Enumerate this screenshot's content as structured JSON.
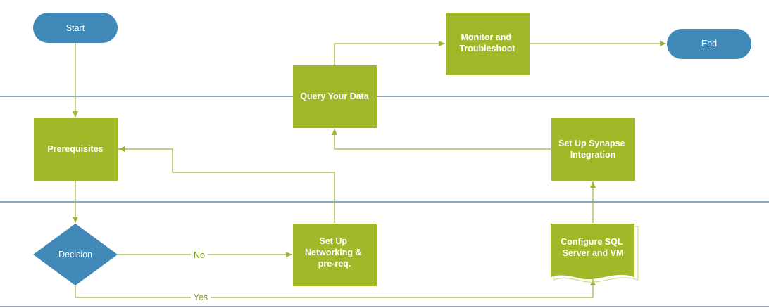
{
  "colors": {
    "process_fill": "#a3b828",
    "terminal_fill": "#4189b8",
    "decision_fill": "#4189b8",
    "connector": "#9bb53a",
    "lane_divider": "#1f4e79",
    "label_text": "#7a9a2a"
  },
  "nodes": {
    "start": "Start",
    "end": "End",
    "prerequisites": "Prerequisites",
    "decision": "Decision",
    "networking": [
      "Set Up",
      "Networking &",
      "pre-req."
    ],
    "configure_sql": [
      "Configure SQL",
      "Server and VM"
    ],
    "synapse": [
      "Set Up Synapse",
      "Integration"
    ],
    "query": "Query Your Data",
    "monitor": [
      "Monitor and",
      "Troubleshoot"
    ]
  },
  "edges": {
    "no_label": "No",
    "yes_label": "Yes"
  }
}
